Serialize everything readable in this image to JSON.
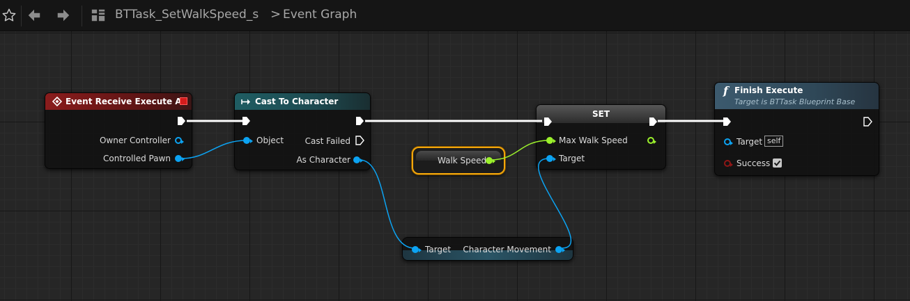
{
  "toolbar": {
    "breadcrumb_asset": "BTTask_SetWalkSpeed_s",
    "breadcrumb_separator": ">",
    "breadcrumb_graph": "Event Graph"
  },
  "icons": {
    "favorite": "star-icon",
    "back": "arrow-left-icon",
    "forward": "arrow-right-icon",
    "asset": "blueprint-icon",
    "event": "event-diamond-icon",
    "cast": "cast-arrow-icon",
    "function": "function-f-icon",
    "delegate": "delegate-square-icon"
  },
  "colors": {
    "event_header": "#8a1c1c",
    "cast_header": "#1f5d63",
    "function_header": "#3c5a6e",
    "exec": "#ffffff",
    "object_pin": "#0ca3f2",
    "float_pin": "#9bf02c",
    "bool_pin": "#8f1616",
    "selection": "#f2a60c"
  },
  "graph": {
    "event_node": {
      "title": "Event Receive Execute AI",
      "pins": {
        "owner_controller": "Owner Controller",
        "controlled_pawn": "Controlled Pawn"
      }
    },
    "cast_node": {
      "title": "Cast To Character",
      "pins": {
        "object": "Object",
        "cast_failed": "Cast Failed",
        "as_character": "As Character"
      }
    },
    "walk_speed_node": {
      "label": "Walk Speed"
    },
    "set_node": {
      "title": "SET",
      "pins": {
        "max_walk_speed": "Max Walk Speed",
        "target": "Target"
      }
    },
    "char_movement_node": {
      "pins": {
        "target": "Target",
        "character_movement": "Character Movement"
      }
    },
    "finish_node": {
      "title": "Finish Execute",
      "subtitle": "Target is BTTask Blueprint Base",
      "pins": {
        "target": "Target",
        "target_default": "self",
        "success": "Success"
      },
      "success_checked": true
    }
  }
}
